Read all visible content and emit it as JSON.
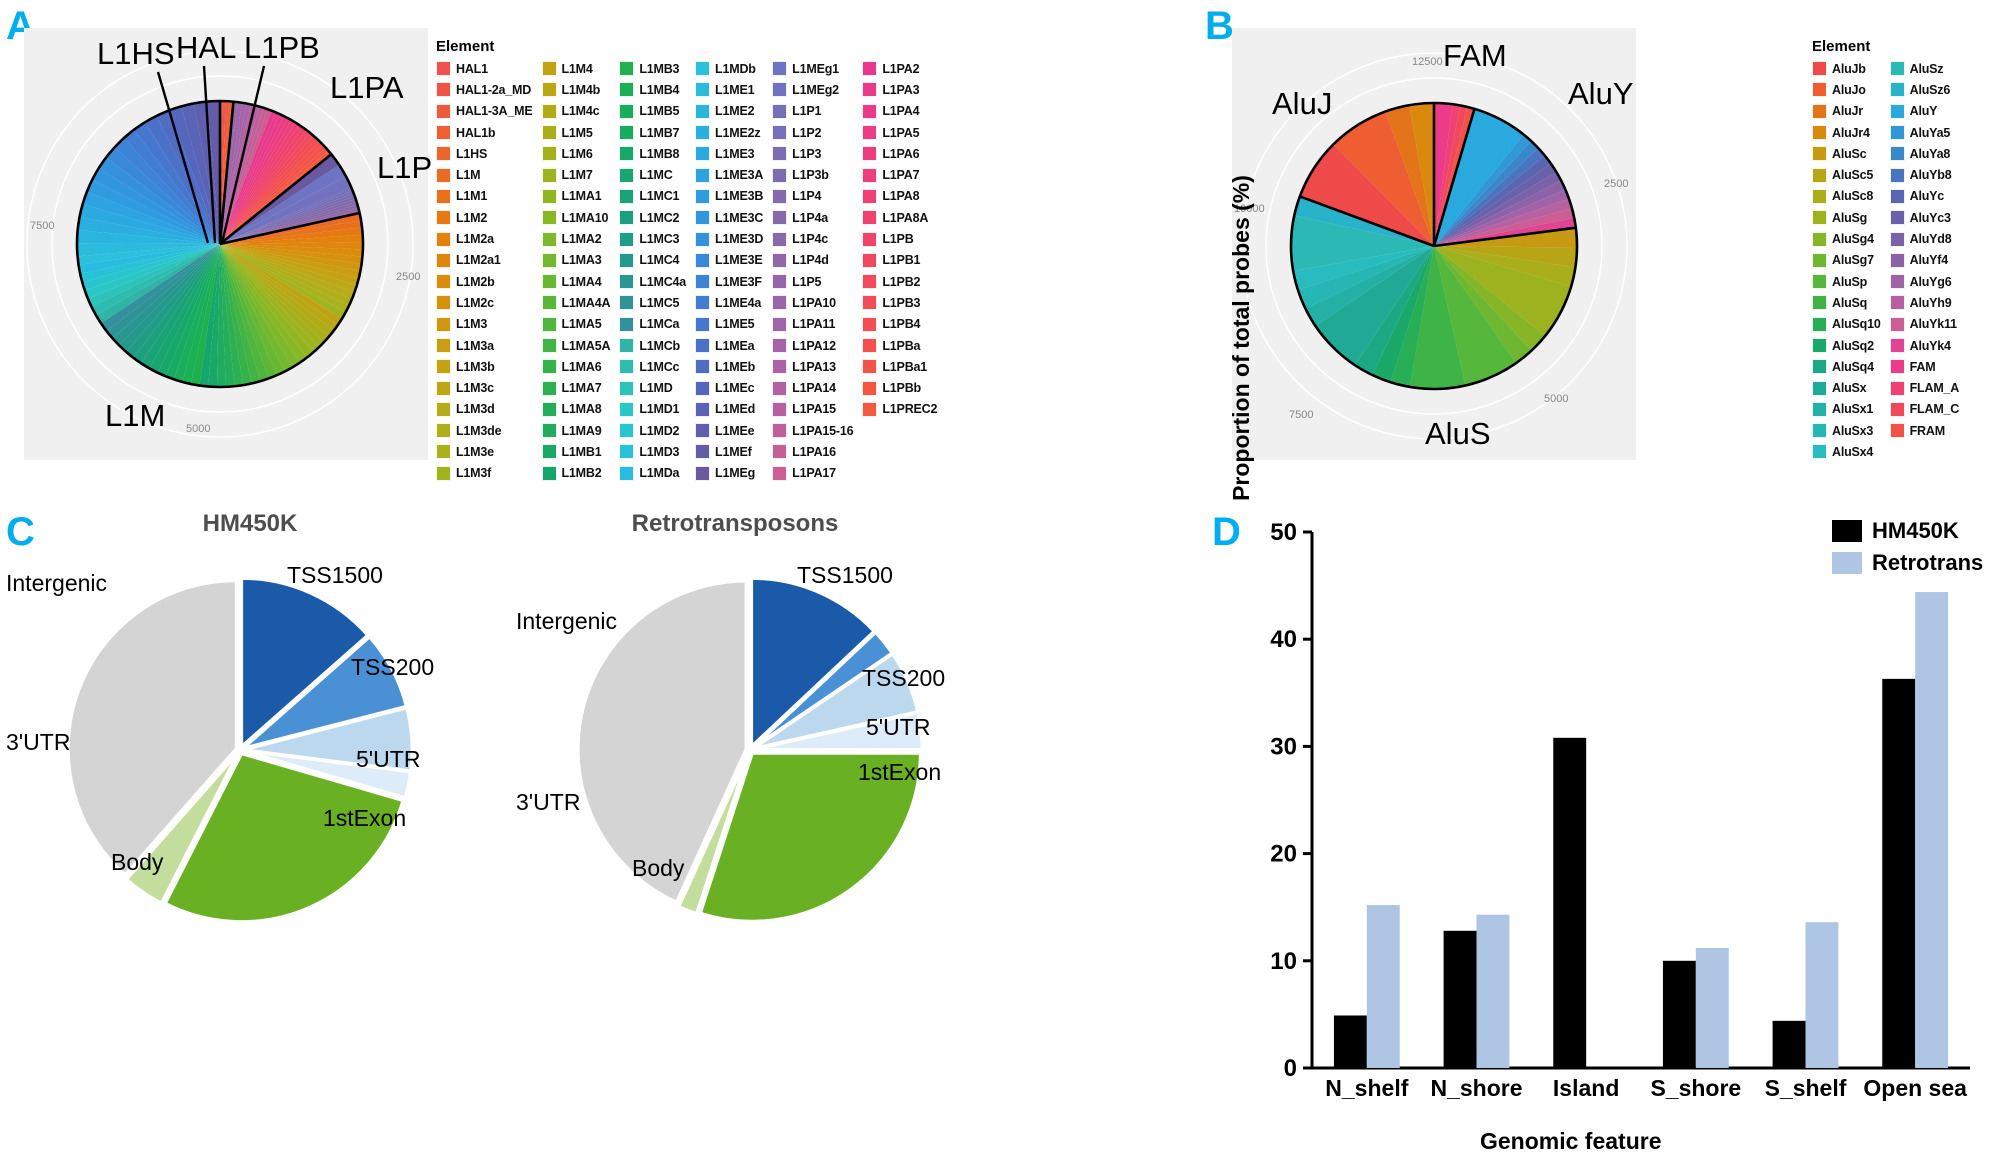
{
  "figure": {
    "panels": [
      {
        "letter": "A"
      },
      {
        "letter": "B"
      },
      {
        "letter": "C"
      },
      {
        "letter": "D"
      }
    ]
  },
  "panelA": {
    "letter": "A",
    "legend_title": "Element",
    "pie_labels": [
      {
        "text": "L1HS"
      },
      {
        "text": "HAL"
      },
      {
        "text": "L1PB"
      },
      {
        "text": "L1PA"
      },
      {
        "text": "L1P"
      },
      {
        "text": "L1M"
      }
    ],
    "radial_ticks": [
      "7500",
      "2500",
      "5000"
    ],
    "legend_columns": [
      {
        "items": [
          {
            "label": "HAL1",
            "color": "#ef5350"
          },
          {
            "label": "HAL1-2a_MD",
            "color": "#ef5547"
          },
          {
            "label": "HAL1-3A_ME",
            "color": "#ee5a3e"
          },
          {
            "label": "HAL1b",
            "color": "#ed5f35"
          },
          {
            "label": "L1HS",
            "color": "#eb662c"
          },
          {
            "label": "L1M",
            "color": "#ea6c23"
          },
          {
            "label": "L1M1",
            "color": "#e8721b"
          },
          {
            "label": "L1M2",
            "color": "#e67913"
          },
          {
            "label": "L1M2a",
            "color": "#e3800e"
          },
          {
            "label": "L1M2a1",
            "color": "#df860c"
          },
          {
            "label": "L1M2b",
            "color": "#db8c0c"
          },
          {
            "label": "L1M2c",
            "color": "#d6920e"
          },
          {
            "label": "L1M3",
            "color": "#d09810"
          },
          {
            "label": "L1M3a",
            "color": "#ca9d12"
          },
          {
            "label": "L1M3b",
            "color": "#c4a214"
          },
          {
            "label": "L1M3c",
            "color": "#bda716"
          },
          {
            "label": "L1M3d",
            "color": "#b6ab18"
          },
          {
            "label": "L1M3de",
            "color": "#afaf1a"
          },
          {
            "label": "L1M3e",
            "color": "#a8b21c"
          },
          {
            "label": "L1M3f",
            "color": "#a1b41e"
          }
        ]
      },
      {
        "items": [
          {
            "label": "L1M4",
            "color": "#bfa314"
          },
          {
            "label": "L1M4b",
            "color": "#b9a716"
          },
          {
            "label": "L1M4c",
            "color": "#b2ab18"
          },
          {
            "label": "L1M5",
            "color": "#aaae1a"
          },
          {
            "label": "L1M6",
            "color": "#a3b11c"
          },
          {
            "label": "L1M7",
            "color": "#9bb41f"
          },
          {
            "label": "L1MA1",
            "color": "#92b622"
          },
          {
            "label": "L1MA10",
            "color": "#89b726"
          },
          {
            "label": "L1MA2",
            "color": "#7fb82a"
          },
          {
            "label": "L1MA3",
            "color": "#74b82f"
          },
          {
            "label": "L1MA4",
            "color": "#68b833"
          },
          {
            "label": "L1MA4A",
            "color": "#5bb738"
          },
          {
            "label": "L1MA5",
            "color": "#4eb63d"
          },
          {
            "label": "L1MA5A",
            "color": "#42b444"
          },
          {
            "label": "L1MA6",
            "color": "#36b24b"
          },
          {
            "label": "L1MA7",
            "color": "#2db052"
          },
          {
            "label": "L1MA8",
            "color": "#25ae59"
          },
          {
            "label": "L1MA9",
            "color": "#1fab60"
          },
          {
            "label": "L1MB1",
            "color": "#1aa867"
          },
          {
            "label": "L1MB2",
            "color": "#17a56e"
          }
        ]
      },
      {
        "items": [
          {
            "label": "L1MB3",
            "color": "#1eb14e"
          },
          {
            "label": "L1MB4",
            "color": "#1bb055"
          },
          {
            "label": "L1MB5",
            "color": "#19ae5c"
          },
          {
            "label": "L1MB7",
            "color": "#18ac63"
          },
          {
            "label": "L1MB8",
            "color": "#18a96a"
          },
          {
            "label": "L1MC",
            "color": "#19a671"
          },
          {
            "label": "L1MC1",
            "color": "#1ba378"
          },
          {
            "label": "L1MC2",
            "color": "#1ea07f"
          },
          {
            "label": "L1MC3",
            "color": "#219c86"
          },
          {
            "label": "L1MC4",
            "color": "#25998c"
          },
          {
            "label": "L1MC4a",
            "color": "#2a9692"
          },
          {
            "label": "L1MC5",
            "color": "#2f9398"
          },
          {
            "label": "L1MCa",
            "color": "#34909d"
          },
          {
            "label": "L1MCb",
            "color": "#2fb5a6"
          },
          {
            "label": "L1MCc",
            "color": "#2ebcb0"
          },
          {
            "label": "L1MD",
            "color": "#2cc3ba"
          },
          {
            "label": "L1MD1",
            "color": "#2bc7c6"
          },
          {
            "label": "L1MD2",
            "color": "#2ac6cf"
          },
          {
            "label": "L1MD3",
            "color": "#29c2d8"
          },
          {
            "label": "L1MDa",
            "color": "#28bde0"
          }
        ]
      },
      {
        "items": [
          {
            "label": "L1MDb",
            "color": "#2bc0db"
          },
          {
            "label": "L1ME1",
            "color": "#2abbdd"
          },
          {
            "label": "L1ME2",
            "color": "#2ab5df"
          },
          {
            "label": "L1ME2z",
            "color": "#2aafe0"
          },
          {
            "label": "L1ME3",
            "color": "#2ba9e1"
          },
          {
            "label": "L1ME3A",
            "color": "#2da3e1"
          },
          {
            "label": "L1ME3B",
            "color": "#2f9ce0"
          },
          {
            "label": "L1ME3C",
            "color": "#3296df"
          },
          {
            "label": "L1ME3D",
            "color": "#3590dd"
          },
          {
            "label": "L1ME3E",
            "color": "#3989da"
          },
          {
            "label": "L1ME3F",
            "color": "#3d83d7"
          },
          {
            "label": "L1ME4a",
            "color": "#417dd3"
          },
          {
            "label": "L1ME5",
            "color": "#4677ce"
          },
          {
            "label": "L1MEa",
            "color": "#4b71c9"
          },
          {
            "label": "L1MEb",
            "color": "#506cc3"
          },
          {
            "label": "L1MEc",
            "color": "#5567bd"
          },
          {
            "label": "L1MEd",
            "color": "#5a63b6"
          },
          {
            "label": "L1MEe",
            "color": "#5f5faf"
          },
          {
            "label": "L1MEf",
            "color": "#645ca8"
          },
          {
            "label": "L1MEg",
            "color": "#6959a1"
          }
        ]
      },
      {
        "items": [
          {
            "label": "L1MEg1",
            "color": "#6f74c2"
          },
          {
            "label": "L1MEg2",
            "color": "#7272bf"
          },
          {
            "label": "L1P1",
            "color": "#7470bb"
          },
          {
            "label": "L1P2",
            "color": "#776fb8"
          },
          {
            "label": "L1P3",
            "color": "#7a6db4"
          },
          {
            "label": "L1P3b",
            "color": "#7e6cb0"
          },
          {
            "label": "L1P4",
            "color": "#826bac"
          },
          {
            "label": "L1P4a",
            "color": "#866aa8"
          },
          {
            "label": "L1P4c",
            "color": "#8a69a8"
          },
          {
            "label": "L1P4d",
            "color": "#8e68a9"
          },
          {
            "label": "L1P5",
            "color": "#9367a9"
          },
          {
            "label": "L1PA10",
            "color": "#9866a9"
          },
          {
            "label": "L1PA11",
            "color": "#9e65a9"
          },
          {
            "label": "L1PA12",
            "color": "#a464a8"
          },
          {
            "label": "L1PA13",
            "color": "#aa63a6"
          },
          {
            "label": "L1PA14",
            "color": "#b162a3"
          },
          {
            "label": "L1PA15",
            "color": "#b761a0"
          },
          {
            "label": "L1PA15-16",
            "color": "#be609c"
          },
          {
            "label": "L1PA16",
            "color": "#c55f97"
          },
          {
            "label": "L1PA17",
            "color": "#cc5e91"
          }
        ]
      },
      {
        "items": [
          {
            "label": "L1PA2",
            "color": "#e8398f"
          },
          {
            "label": "L1PA3",
            "color": "#e93a8c"
          },
          {
            "label": "L1PA4",
            "color": "#ea3b88"
          },
          {
            "label": "L1PA5",
            "color": "#eb3c84"
          },
          {
            "label": "L1PA6",
            "color": "#ec3e7f"
          },
          {
            "label": "L1PA7",
            "color": "#ed3f7a"
          },
          {
            "label": "L1PA8",
            "color": "#ee4175"
          },
          {
            "label": "L1PA8A",
            "color": "#ef436f"
          },
          {
            "label": "L1PB",
            "color": "#ef4569"
          },
          {
            "label": "L1PB1",
            "color": "#f04763"
          },
          {
            "label": "L1PB2",
            "color": "#f1495d"
          },
          {
            "label": "L1PB3",
            "color": "#f14c57"
          },
          {
            "label": "L1PB4",
            "color": "#f24f51"
          },
          {
            "label": "L1PBa",
            "color": "#f2514c"
          },
          {
            "label": "L1PBa1",
            "color": "#f35448"
          },
          {
            "label": "L1PBb",
            "color": "#f35744"
          },
          {
            "label": "L1PREC2",
            "color": "#f45a40"
          }
        ]
      }
    ]
  },
  "panelB": {
    "letter": "B",
    "legend_title": "Element",
    "pie_labels": [
      {
        "text": "FAM"
      },
      {
        "text_italic": "Alu",
        "text_plain": "J"
      },
      {
        "text_italic": "Alu",
        "text_plain": "Y"
      },
      {
        "text_italic": "Alu",
        "text_plain": "S"
      }
    ],
    "radial_ticks": [
      "12500",
      "10000",
      "7500",
      "5000",
      "2500"
    ],
    "legend_columns": [
      {
        "items": [
          {
            "label": "AluJb",
            "color": "#ef4a4a"
          },
          {
            "label": "AluJo",
            "color": "#ef5d32"
          },
          {
            "label": "AluJr",
            "color": "#e4741a"
          },
          {
            "label": "AluJr4",
            "color": "#d98a0e"
          },
          {
            "label": "AluSc",
            "color": "#c79a12"
          },
          {
            "label": "AluSc5",
            "color": "#b8a516"
          },
          {
            "label": "AluSc8",
            "color": "#aaae1a"
          },
          {
            "label": "AluSg",
            "color": "#9cb31f"
          },
          {
            "label": "AluSg4",
            "color": "#86b527"
          },
          {
            "label": "AluSg7",
            "color": "#6eb831"
          },
          {
            "label": "AluSp",
            "color": "#55b73b"
          },
          {
            "label": "AluSq",
            "color": "#3eb346"
          },
          {
            "label": "AluSq10",
            "color": "#27ae56"
          },
          {
            "label": "AluSq2",
            "color": "#1ba96a"
          },
          {
            "label": "AluSq4",
            "color": "#1ba882"
          },
          {
            "label": "AluSx",
            "color": "#20aa95"
          },
          {
            "label": "AluSx1",
            "color": "#24b0a5"
          },
          {
            "label": "AluSx3",
            "color": "#26b6b3"
          },
          {
            "label": "AluSx4",
            "color": "#29bcbf"
          }
        ]
      },
      {
        "items": [
          {
            "label": "AluSz",
            "color": "#2cb9b5"
          },
          {
            "label": "AluSz6",
            "color": "#2ab2cb"
          },
          {
            "label": "AluY",
            "color": "#2aa9de"
          },
          {
            "label": "AluYa5",
            "color": "#3098d9"
          },
          {
            "label": "AluYa8",
            "color": "#3b87cc"
          },
          {
            "label": "AluYb8",
            "color": "#4975c0"
          },
          {
            "label": "AluYc",
            "color": "#5a66b2"
          },
          {
            "label": "AluYc3",
            "color": "#6a61ab"
          },
          {
            "label": "AluYd8",
            "color": "#7a62a9"
          },
          {
            "label": "AluYf4",
            "color": "#8c63a8"
          },
          {
            "label": "AluYg6",
            "color": "#a163a7"
          },
          {
            "label": "AluYh9",
            "color": "#b761a0"
          },
          {
            "label": "AluYk11",
            "color": "#cc5d95"
          },
          {
            "label": "AluYk4",
            "color": "#e14493"
          },
          {
            "label": "FAM",
            "color": "#ec3b88"
          },
          {
            "label": "FLAM_A",
            "color": "#ef4172"
          },
          {
            "label": "FLAM_C",
            "color": "#f1495b"
          },
          {
            "label": "FRAM",
            "color": "#f35249"
          }
        ]
      }
    ]
  },
  "panelC": {
    "letter": "C",
    "charts": [
      {
        "title": "HM450K",
        "labels": [
          "TSS1500",
          "TSS200",
          "5'UTR",
          "1stExon",
          "Body",
          "3'UTR",
          "Intergenic"
        ],
        "values": [
          13.5,
          7.5,
          6.0,
          2.5,
          28.0,
          4.0,
          38.5
        ],
        "colors": [
          "#1a5aa8",
          "#4a90d4",
          "#bcd8ef",
          "#ddecf8",
          "#6ab023",
          "#c3de9c",
          "#d4d4d4"
        ]
      },
      {
        "title": "Retrotransposons",
        "labels": [
          "TSS1500",
          "TSS200",
          "5'UTR",
          "1stExon",
          "Body",
          "3'UTR",
          "Intergenic"
        ],
        "values": [
          13.0,
          2.5,
          6.0,
          3.5,
          30.0,
          1.8,
          43.2
        ],
        "colors": [
          "#1a5aa8",
          "#4a90d4",
          "#bcd8ef",
          "#ddecf8",
          "#6ab023",
          "#c3de9c",
          "#d4d4d4"
        ]
      }
    ]
  },
  "panelD": {
    "letter": "D",
    "chart_data": {
      "type": "bar",
      "title": "",
      "xlabel": "Genomic feature",
      "ylabel": "Proportion of total probes (%)",
      "categories": [
        "N_shelf",
        "N_shore",
        "Island",
        "S_shore",
        "S_shelf",
        "Open sea"
      ],
      "series": [
        {
          "name": "HM450K",
          "color": "#000000",
          "values": [
            4.9,
            12.8,
            30.8,
            10.0,
            4.4,
            36.3
          ]
        },
        {
          "name": "Retrotrans",
          "color": "#aec6e3",
          "values": [
            15.2,
            14.3,
            0.0,
            11.2,
            13.6,
            44.4
          ]
        }
      ],
      "ylim": [
        0,
        50
      ],
      "yticks": [
        0,
        10,
        20,
        30,
        40,
        50
      ],
      "grid": false,
      "legend_position": "top-right"
    },
    "legend": [
      {
        "name": "HM450K",
        "color": "#000000"
      },
      {
        "name": "Retrotrans",
        "color": "#aec6e3"
      }
    ]
  }
}
